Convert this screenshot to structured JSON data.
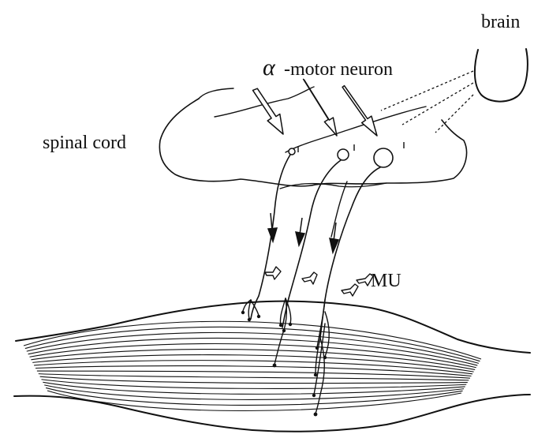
{
  "labels": {
    "brain": "brain",
    "alpha_symbol": "α",
    "motor_neuron": "-motor neuron",
    "spinal_cord": "spinal cord",
    "mu": "MU"
  }
}
